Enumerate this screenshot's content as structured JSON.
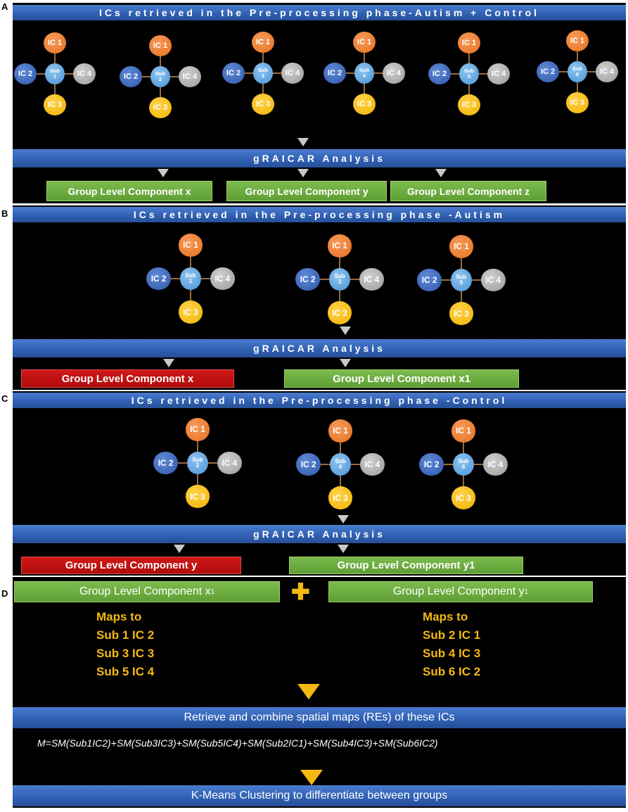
{
  "panels": {
    "A": {
      "letter": "A",
      "title": "ICs retrieved in the Pre-processing phase-Autism + Control",
      "analysis": "gRAICAR Analysis",
      "subjects": [
        "Sub 1",
        "Sub 2",
        "Sub 3",
        "Sub 4",
        "Sub 5",
        "Sub 6"
      ],
      "components": [
        "Group Level Component x",
        "Group Level Component y",
        "Group Level Component z"
      ]
    },
    "B": {
      "letter": "B",
      "title": "ICs retrieved in the Pre-processing phase -Autism",
      "analysis": "gRAICAR Analysis",
      "subjects": [
        "Sub 1",
        "Sub 3",
        "Sub 5"
      ],
      "components": [
        "Group Level Component x",
        "Group Level Component x1"
      ]
    },
    "C": {
      "letter": "C",
      "title": "ICs retrieved in the Pre-processing phase -Control",
      "analysis": "gRAICAR Analysis",
      "subjects": [
        "Sub 2",
        "Sub 4",
        "Sub 6"
      ],
      "components": [
        "Group Level Component y",
        "Group Level Component y1"
      ]
    },
    "D": {
      "letter": "D",
      "left_box_base": "Group Level Component x",
      "left_box_sub": "1",
      "right_box_base": "Group Level Component y",
      "right_box_sub": "1",
      "plus": "✚",
      "left_maps": [
        "Maps to",
        "Sub 1 IC 2",
        "Sub 3 IC 3",
        "Sub 5 IC 4"
      ],
      "right_maps": [
        "Maps to",
        "Sub 2 IC 1",
        "Sub 4 IC 3",
        "Sub 6 IC 2"
      ],
      "retrieve_bar": "Retrieve and combine spatial maps (REs) of these ICs",
      "formula": "M=SM(Sub1IC2)+SM(Sub3IC3)+SM(Sub5IC4)+SM(Sub2IC1)+SM(Sub4IC3)+SM(Sub6IC2)",
      "kmeans_bar": "K-Means Clustering to differentiate between groups"
    }
  },
  "ic_labels": {
    "ic1": "IC 1",
    "ic2": "IC 2",
    "ic3": "IC 3",
    "ic4": "IC 4"
  },
  "colors": {
    "ic1": "#e8701e",
    "ic2": "#2f56a8",
    "ic3": "#f2b300",
    "ic4": "#9a9a9a",
    "sub": "#4a94d6",
    "green": "#6aa83c",
    "red": "#c00000",
    "gold": "#f5b914",
    "bar": "#2f5fb0"
  }
}
